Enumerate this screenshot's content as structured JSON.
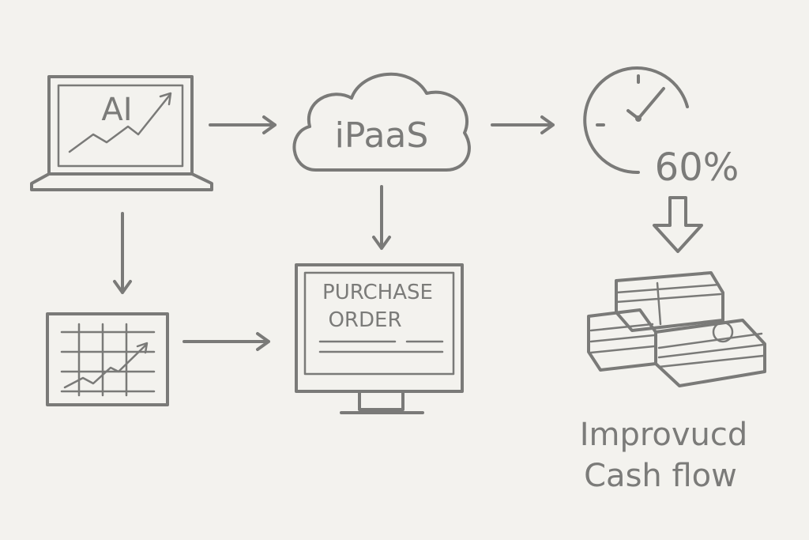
{
  "nodes": {
    "laptop": {
      "label": "AI",
      "icon": "laptop-icon"
    },
    "cloud": {
      "label": "iPaaS",
      "icon": "cloud-icon"
    },
    "clock": {
      "label": "60%",
      "icon": "clock-icon"
    },
    "chart": {
      "icon": "chart-icon"
    },
    "monitor": {
      "line1": "PURCHASE",
      "line2": "ORDER",
      "icon": "monitor-icon"
    },
    "money": {
      "icon": "money-stack-icon"
    },
    "result": {
      "line1": "Improvucd",
      "line2": "Cash flow"
    }
  },
  "colors": {
    "background": "#f3f2ee",
    "stroke": "#7a7a78"
  }
}
